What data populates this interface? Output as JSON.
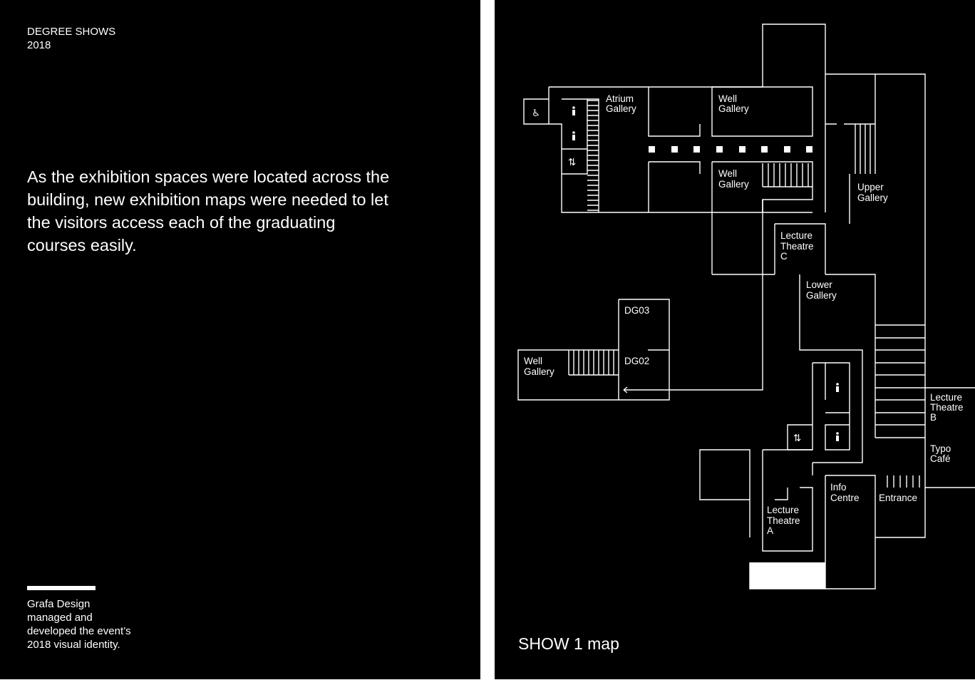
{
  "brochure": {
    "header": [
      "DEGREE SHOWS",
      "2018"
    ],
    "intro": "As the exhibition spaces were located across the building, new exhibition maps were needed to let the visitors access each of the graduating courses easily.",
    "credit": [
      "Grafa Design",
      "managed and",
      "developed the event’s",
      "2018 visual identity."
    ]
  },
  "map": {
    "caption": "SHOW 1 map",
    "rooms": {
      "atrium_gallery": [
        "Atrium",
        "Gallery"
      ],
      "well_gallery_top": [
        "Well",
        "Gallery"
      ],
      "well_gallery_mid": [
        "Well",
        "Gallery"
      ],
      "upper_gallery": [
        "Upper",
        "Gallery"
      ],
      "lecture_theatre_c": [
        "Lecture",
        "Theatre",
        "C"
      ],
      "lower_gallery": [
        "Lower",
        "Gallery"
      ],
      "dg03": "DG03",
      "dg02": "DG02",
      "well_gallery_left": [
        "Well",
        "Gallery"
      ],
      "lecture_theatre_b": [
        "Lecture",
        "Theatre",
        "B"
      ],
      "typo_cafe": [
        "Typo",
        "Café"
      ],
      "info_centre": [
        "Info",
        "Centre"
      ],
      "entrance": "Entrance",
      "lecture_theatre_a": [
        "Lecture",
        "Theatre",
        "A"
      ]
    },
    "icons": [
      "accessible-icon",
      "toilet-icon",
      "lift-icon",
      "stairs-icon"
    ]
  },
  "colors": {
    "background": "#000000",
    "foreground": "#ffffff",
    "gutter": "#ffffff"
  }
}
